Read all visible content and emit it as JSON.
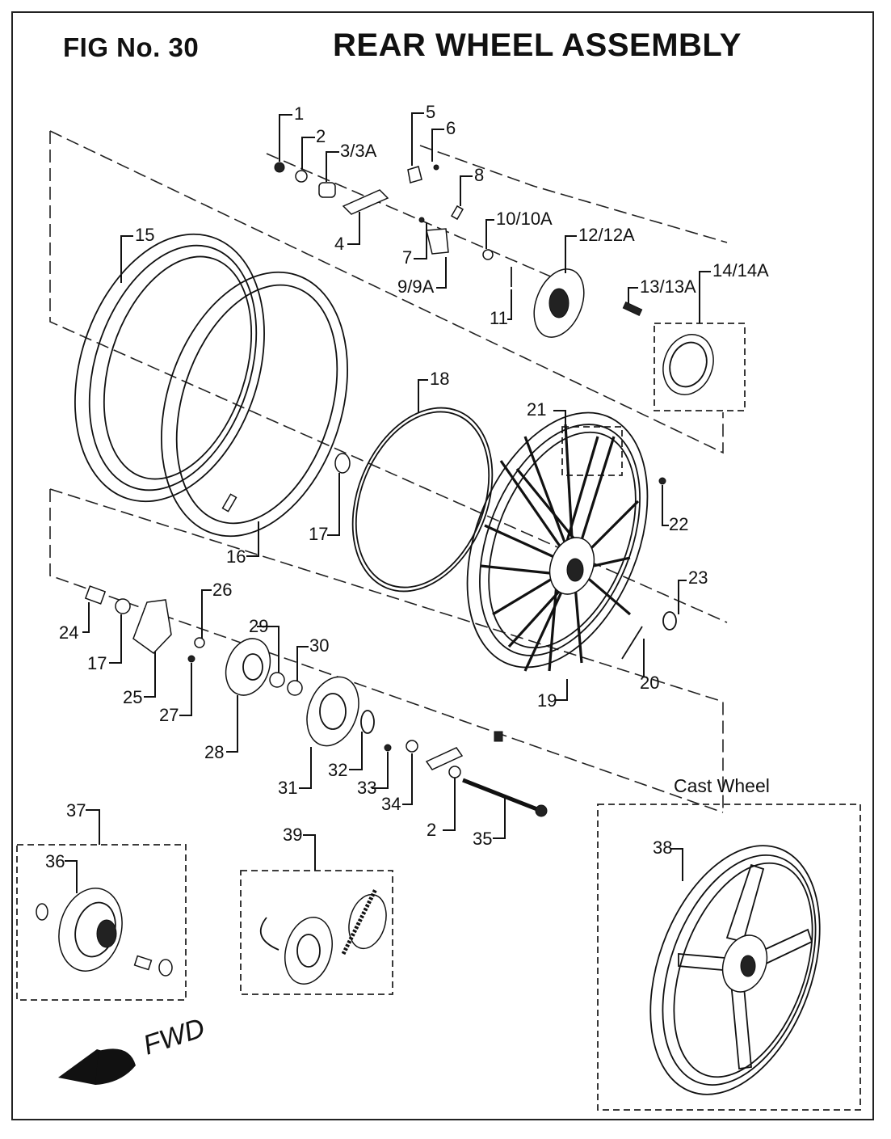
{
  "header": {
    "fig_no": "FIG No. 30",
    "title": "REAR WHEEL ASSEMBLY"
  },
  "callouts": [
    {
      "id": "c1",
      "label": "1"
    },
    {
      "id": "c2",
      "label": "2"
    },
    {
      "id": "c3",
      "label": "3/3A"
    },
    {
      "id": "c4",
      "label": "4"
    },
    {
      "id": "c5",
      "label": "5"
    },
    {
      "id": "c6",
      "label": "6"
    },
    {
      "id": "c7",
      "label": "7"
    },
    {
      "id": "c8",
      "label": "8"
    },
    {
      "id": "c9",
      "label": "9/9A"
    },
    {
      "id": "c10",
      "label": "10/10A"
    },
    {
      "id": "c11",
      "label": "11"
    },
    {
      "id": "c12",
      "label": "12/12A"
    },
    {
      "id": "c13",
      "label": "13/13A"
    },
    {
      "id": "c14",
      "label": "14/14A"
    },
    {
      "id": "c15",
      "label": "15"
    },
    {
      "id": "c16",
      "label": "16"
    },
    {
      "id": "c17a",
      "label": "17"
    },
    {
      "id": "c18",
      "label": "18"
    },
    {
      "id": "c19",
      "label": "19"
    },
    {
      "id": "c20",
      "label": "20"
    },
    {
      "id": "c21",
      "label": "21"
    },
    {
      "id": "c22",
      "label": "22"
    },
    {
      "id": "c23",
      "label": "23"
    },
    {
      "id": "c24",
      "label": "24"
    },
    {
      "id": "c17b",
      "label": "17"
    },
    {
      "id": "c25",
      "label": "25"
    },
    {
      "id": "c26",
      "label": "26"
    },
    {
      "id": "c27",
      "label": "27"
    },
    {
      "id": "c28",
      "label": "28"
    },
    {
      "id": "c29",
      "label": "29"
    },
    {
      "id": "c30",
      "label": "30"
    },
    {
      "id": "c31",
      "label": "31"
    },
    {
      "id": "c32",
      "label": "32"
    },
    {
      "id": "c33",
      "label": "33"
    },
    {
      "id": "c34",
      "label": "34"
    },
    {
      "id": "c2b",
      "label": "2"
    },
    {
      "id": "c35",
      "label": "35"
    },
    {
      "id": "c36",
      "label": "36"
    },
    {
      "id": "c37",
      "label": "37"
    },
    {
      "id": "c38",
      "label": "38"
    },
    {
      "id": "c39",
      "label": "39"
    }
  ],
  "cast_wheel_label": "Cast Wheel",
  "fwd_label": "FWD"
}
